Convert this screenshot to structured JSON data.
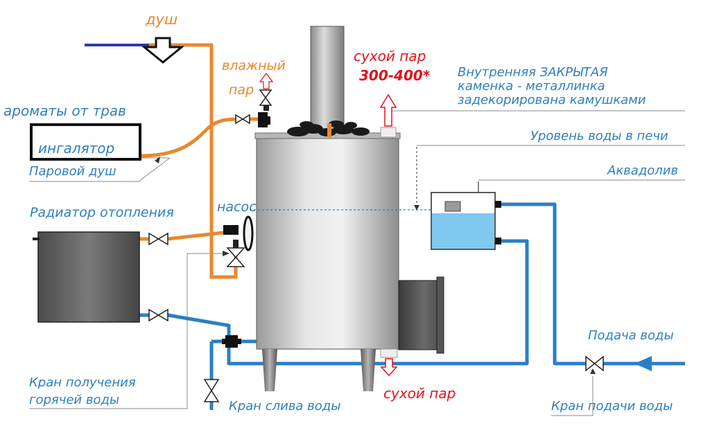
{
  "labels": {
    "dush": "душ",
    "vlazhny": "влажный",
    "par": "пар",
    "sukhoy_par_top": "сухой пар",
    "temp": "300-400*",
    "kamenka_1": "Внутренняя ЗАКРЫТАЯ",
    "kamenka_2": "каменка - металлинка",
    "kamenka_3": "задекорирована камушками",
    "aromaty": "ароматы от трав",
    "ingalator": "ингалятор",
    "parovoy_dush": "Паровой душ",
    "uroven": "Уровень воды в печи",
    "akvadoliv": "Аквадолив",
    "radiator": "Радиатор отопления",
    "nasos": "насос",
    "podacha": "Подача воды",
    "kran_polucheniya_1": "Кран получения",
    "kran_polucheniya_2": "горячей воды",
    "kran_sliva": "Кран слива воды",
    "sukhoy_par_bottom": "сухой пар",
    "kran_podachi": "Кран подачи воды"
  },
  "colors": {
    "water_pipe": "#2a7fc4",
    "hot_pipe": "#e8892e",
    "label_blue": "#2f7fbf",
    "label_red": "#e0141b",
    "tank_water": "#7fc8ef"
  }
}
